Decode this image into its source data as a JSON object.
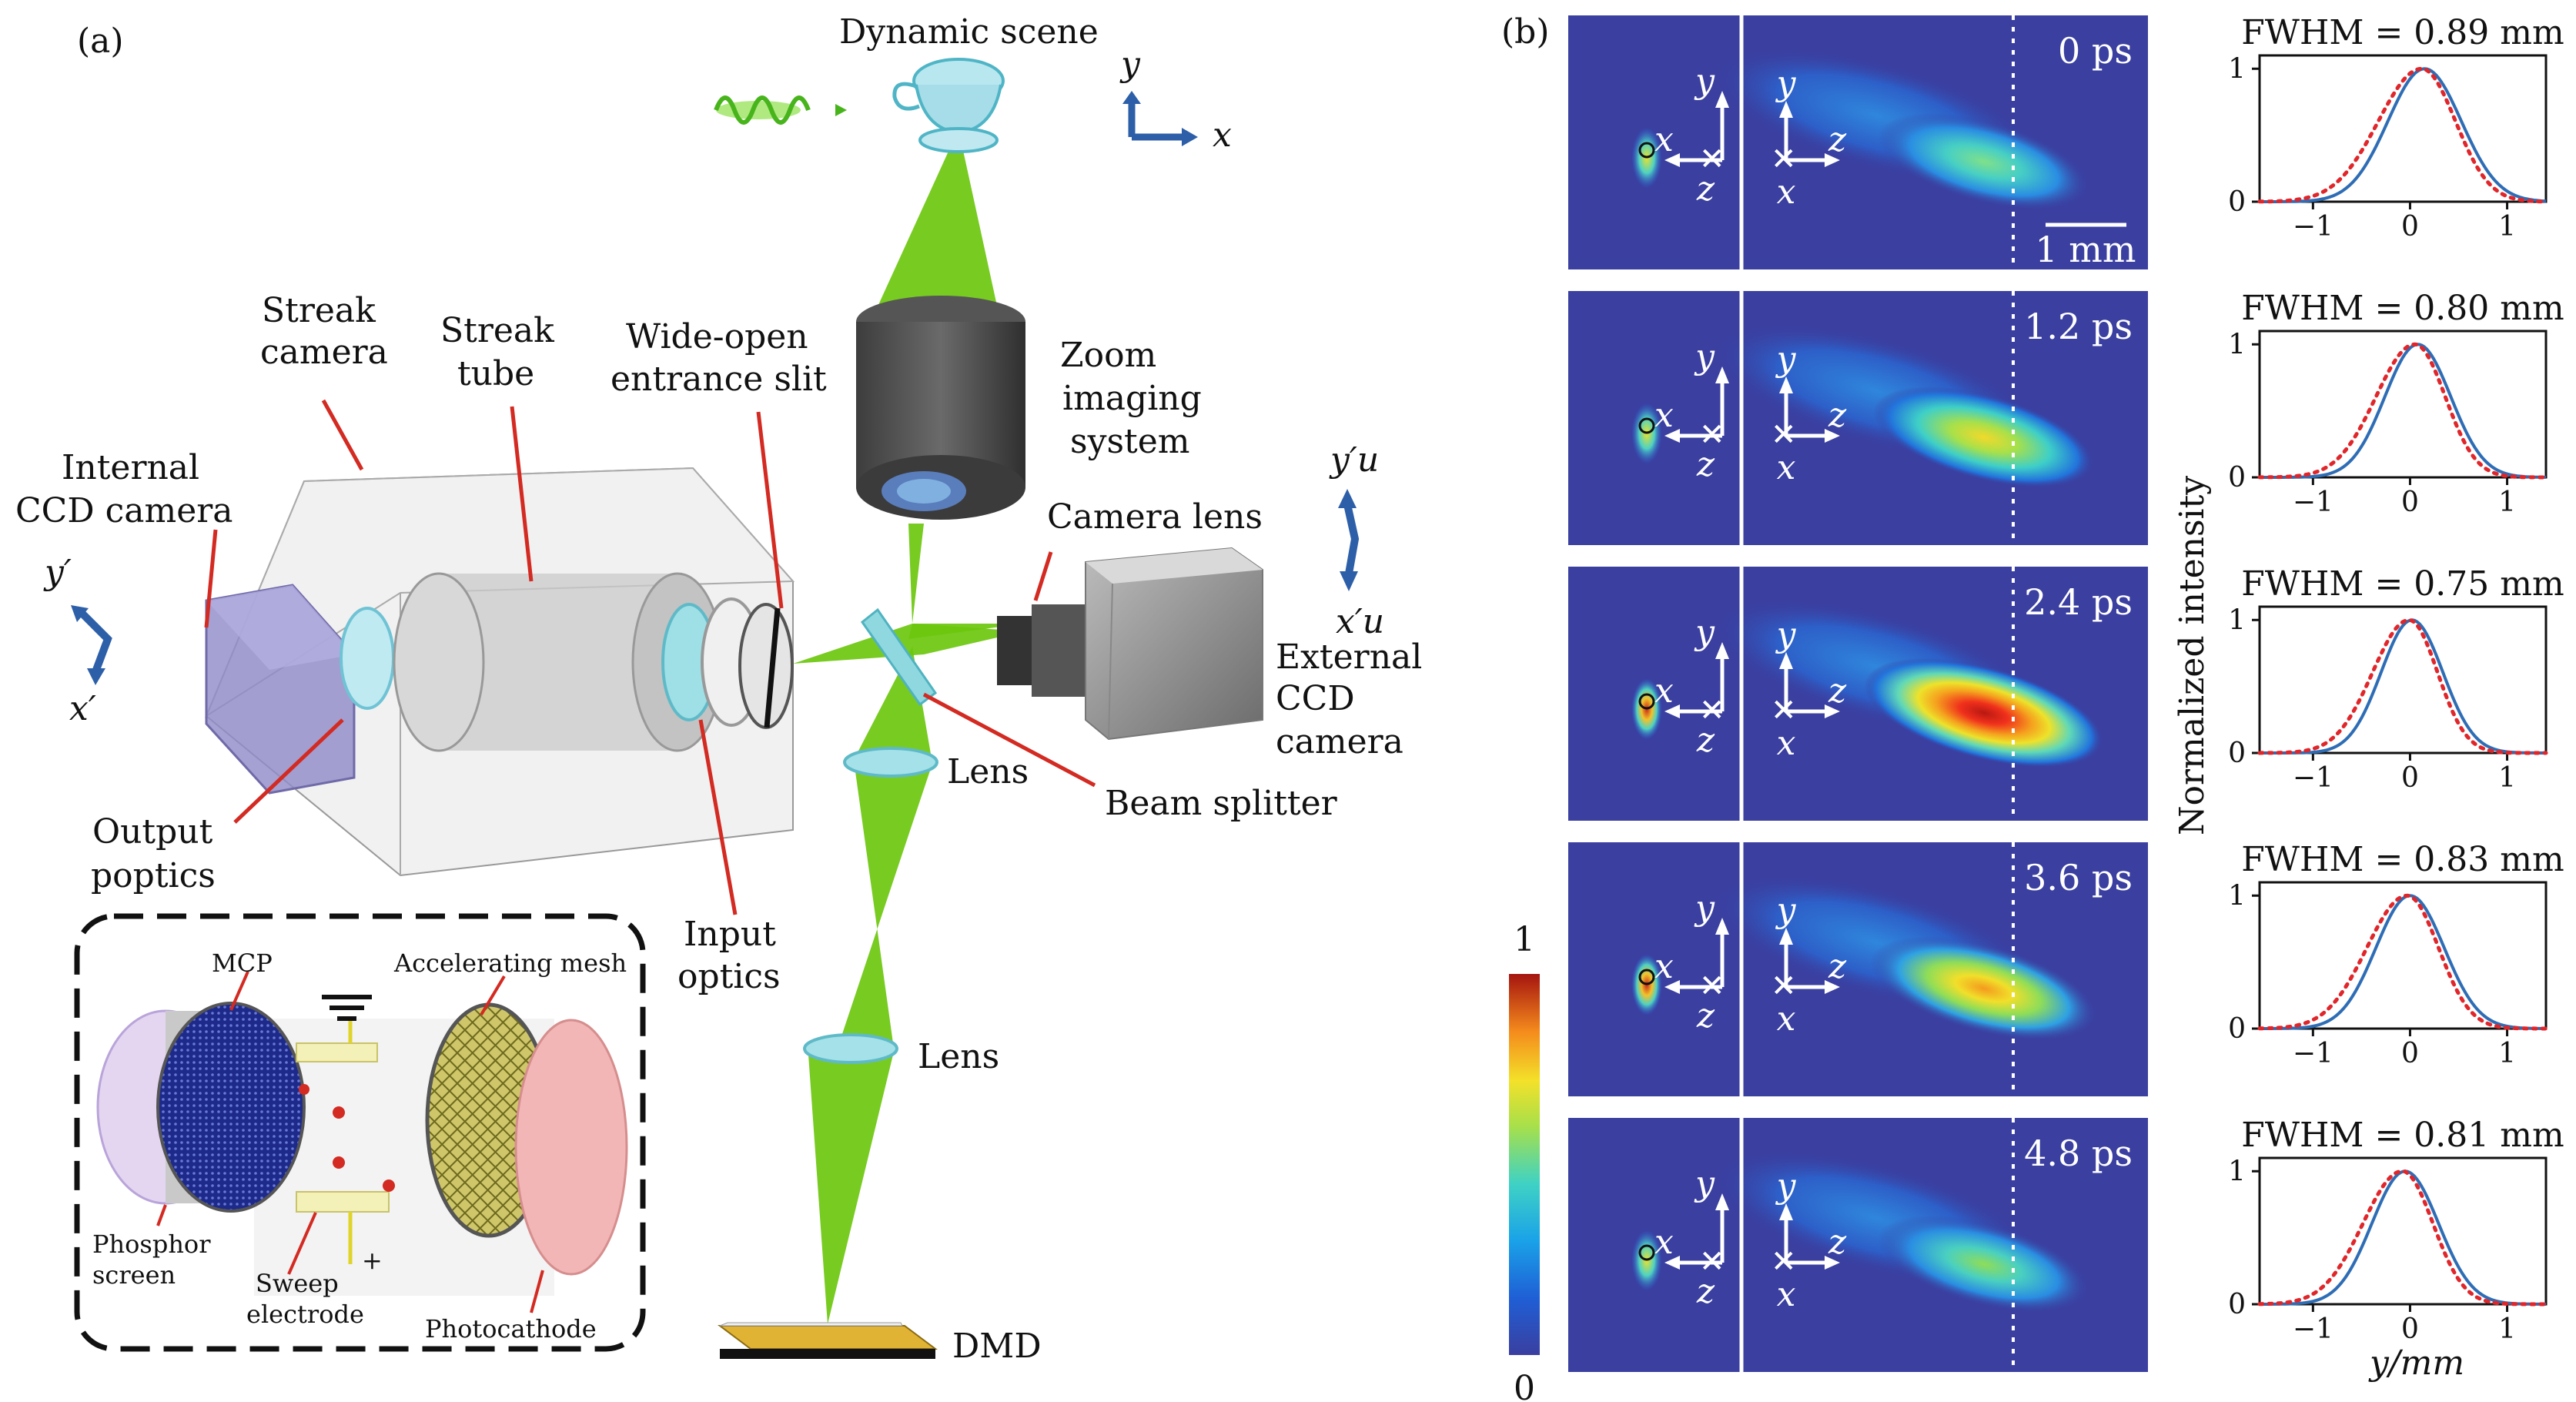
{
  "panel_a": {
    "label": "(a)",
    "labels": {
      "dynamic_scene": "Dynamic scene",
      "streak_camera_1": "Streak",
      "streak_camera_2": "camera",
      "streak_tube_1": "Streak",
      "streak_tube_2": "tube",
      "slit_1": "Wide-open",
      "slit_2": "entrance slit",
      "zoom_1": "Zoom",
      "zoom_2": "imaging",
      "zoom_3": "system",
      "internal_ccd_1": "Internal",
      "internal_ccd_2": "CCD camera",
      "camera_lens": "Camera lens",
      "external_ccd_1": "External",
      "external_ccd_2": "CCD",
      "external_ccd_3": "camera",
      "output_1": "Output",
      "output_2": "poptics",
      "input_1": "Input",
      "input_2": "optics",
      "lens_1": "Lens",
      "lens_2": "Lens",
      "beam_splitter": "Beam splitter",
      "dmd": "DMD"
    },
    "axes": {
      "scene_y": "y",
      "scene_x": "x",
      "left_y": "y′",
      "left_x": "x′",
      "right_y": "y′u",
      "right_x": "x′u"
    },
    "inset": {
      "mcp": "MCP",
      "accelerating_mesh": "Accelerating mesh",
      "phosphor_1": "Phosphor",
      "phosphor_2": "screen",
      "sweep_1": "Sweep",
      "sweep_2": "electrode",
      "photocathode": "Photocathode",
      "plus": "+"
    },
    "colors": {
      "beam": "#6cc70e",
      "axis_arrow": "#2d5fa8",
      "leader": "#d32a22"
    }
  },
  "panel_b": {
    "label": "(b)",
    "frames": [
      {
        "time": "0 ps",
        "intensity": 0.55,
        "fwhm": "FWHM = 0.89 mm"
      },
      {
        "time": "1.2 ps",
        "intensity": 0.7,
        "fwhm": "FWHM = 0.80 mm"
      },
      {
        "time": "2.4 ps",
        "intensity": 1.0,
        "fwhm": "FWHM = 0.75 mm"
      },
      {
        "time": "3.6 ps",
        "intensity": 0.8,
        "fwhm": "FWHM = 0.83 mm"
      },
      {
        "time": "4.8 ps",
        "intensity": 0.55,
        "fwhm": "FWHM = 0.81 mm"
      }
    ],
    "scale_bar": "1 mm",
    "frame_axes": {
      "y": "y",
      "x": "x",
      "z": "z"
    },
    "colorbar": {
      "max": "1",
      "min": "0"
    },
    "profile_axes": {
      "ylabel": "Normalized intensity",
      "xlabel": "y/mm",
      "xticks": [
        "−1",
        "0",
        "1"
      ],
      "yticks": [
        "0",
        "1"
      ]
    },
    "colors": {
      "frame_bg": "#3a3fa0",
      "fit_line": "#2e6db5",
      "measured": "#e0262a"
    }
  }
}
